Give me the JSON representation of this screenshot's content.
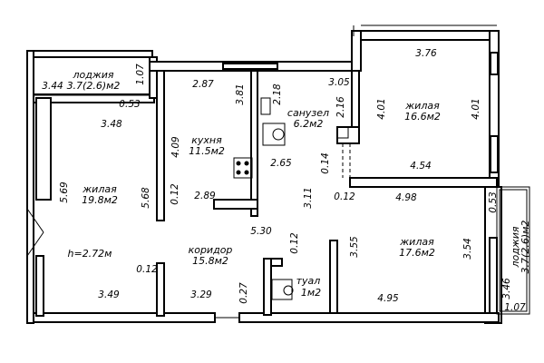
{
  "rooms": {
    "loggia_top": {
      "name": "лоджия",
      "area": "3.7(2.6)м2"
    },
    "kitchen": {
      "name": "кухня",
      "area": "11.5м2"
    },
    "bathroom": {
      "name": "санузел",
      "area": "6.2м2"
    },
    "living_top_right": {
      "name": "жилая",
      "area": "16.6м2"
    },
    "living_left": {
      "name": "жилая",
      "area": "19.8м2"
    },
    "corridor": {
      "name": "коридор",
      "area": "15.8м2"
    },
    "living_bottom_right": {
      "name": "жилая",
      "area": "17.6м2"
    },
    "toilet": {
      "name": "туал",
      "area": "1м2"
    },
    "loggia_right": {
      "name": "лоджия",
      "area": "3.7(2.6)м2"
    }
  },
  "ceiling_height": "h=2.72м",
  "dimensions": {
    "d_107_top": "1.07",
    "d_344": "3.44",
    "d_053_top": "0.53",
    "d_348": "3.48",
    "d_287": "2.87",
    "d_381": "3.81",
    "d_218": "2.18",
    "d_305": "3.05",
    "d_216": "2.16",
    "d_376": "3.76",
    "d_401_left": "4.01",
    "d_401_right": "4.01",
    "d_409": "4.09",
    "d_265": "2.65",
    "d_014": "0.14",
    "d_454": "4.54",
    "d_569": "5.69",
    "d_568": "5.68",
    "d_012_kitchen": "0.12",
    "d_289": "2.89",
    "d_311": "3.11",
    "d_012_right": "0.12",
    "d_498": "4.98",
    "d_053_right": "0.53",
    "d_530": "5.30",
    "d_355": "3.55",
    "d_012_corr": "0.12",
    "d_354": "3.54",
    "d_012_left": "0.12",
    "d_349": "3.49",
    "d_329": "3.29",
    "d_027": "0.27",
    "d_495": "4.95",
    "d_346": "3.46",
    "d_107_right": "1.07"
  }
}
